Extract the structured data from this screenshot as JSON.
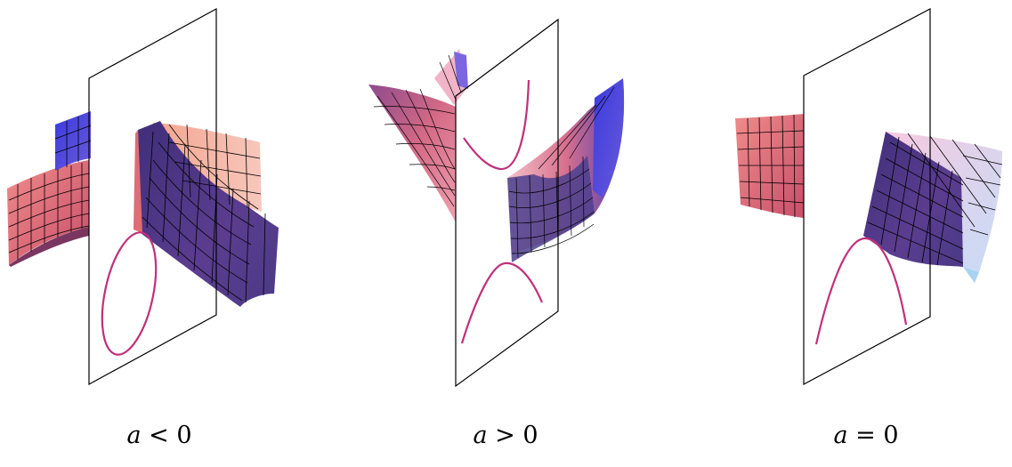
{
  "panels": [
    {
      "id": "negative",
      "caption_var": "a",
      "caption_rel": "< 0"
    },
    {
      "id": "positive",
      "caption_var": "a",
      "caption_rel": "> 0"
    },
    {
      "id": "zero",
      "caption_var": "a",
      "caption_rel": "= 0"
    }
  ],
  "colors": {
    "surface_warm": "#e8707a",
    "surface_pink": "#f3b7b0",
    "surface_purple": "#4a3a86",
    "surface_blue": "#4b46d6",
    "curve": "#c0307a",
    "plane_outline": "#000000",
    "mesh": "#000000"
  }
}
